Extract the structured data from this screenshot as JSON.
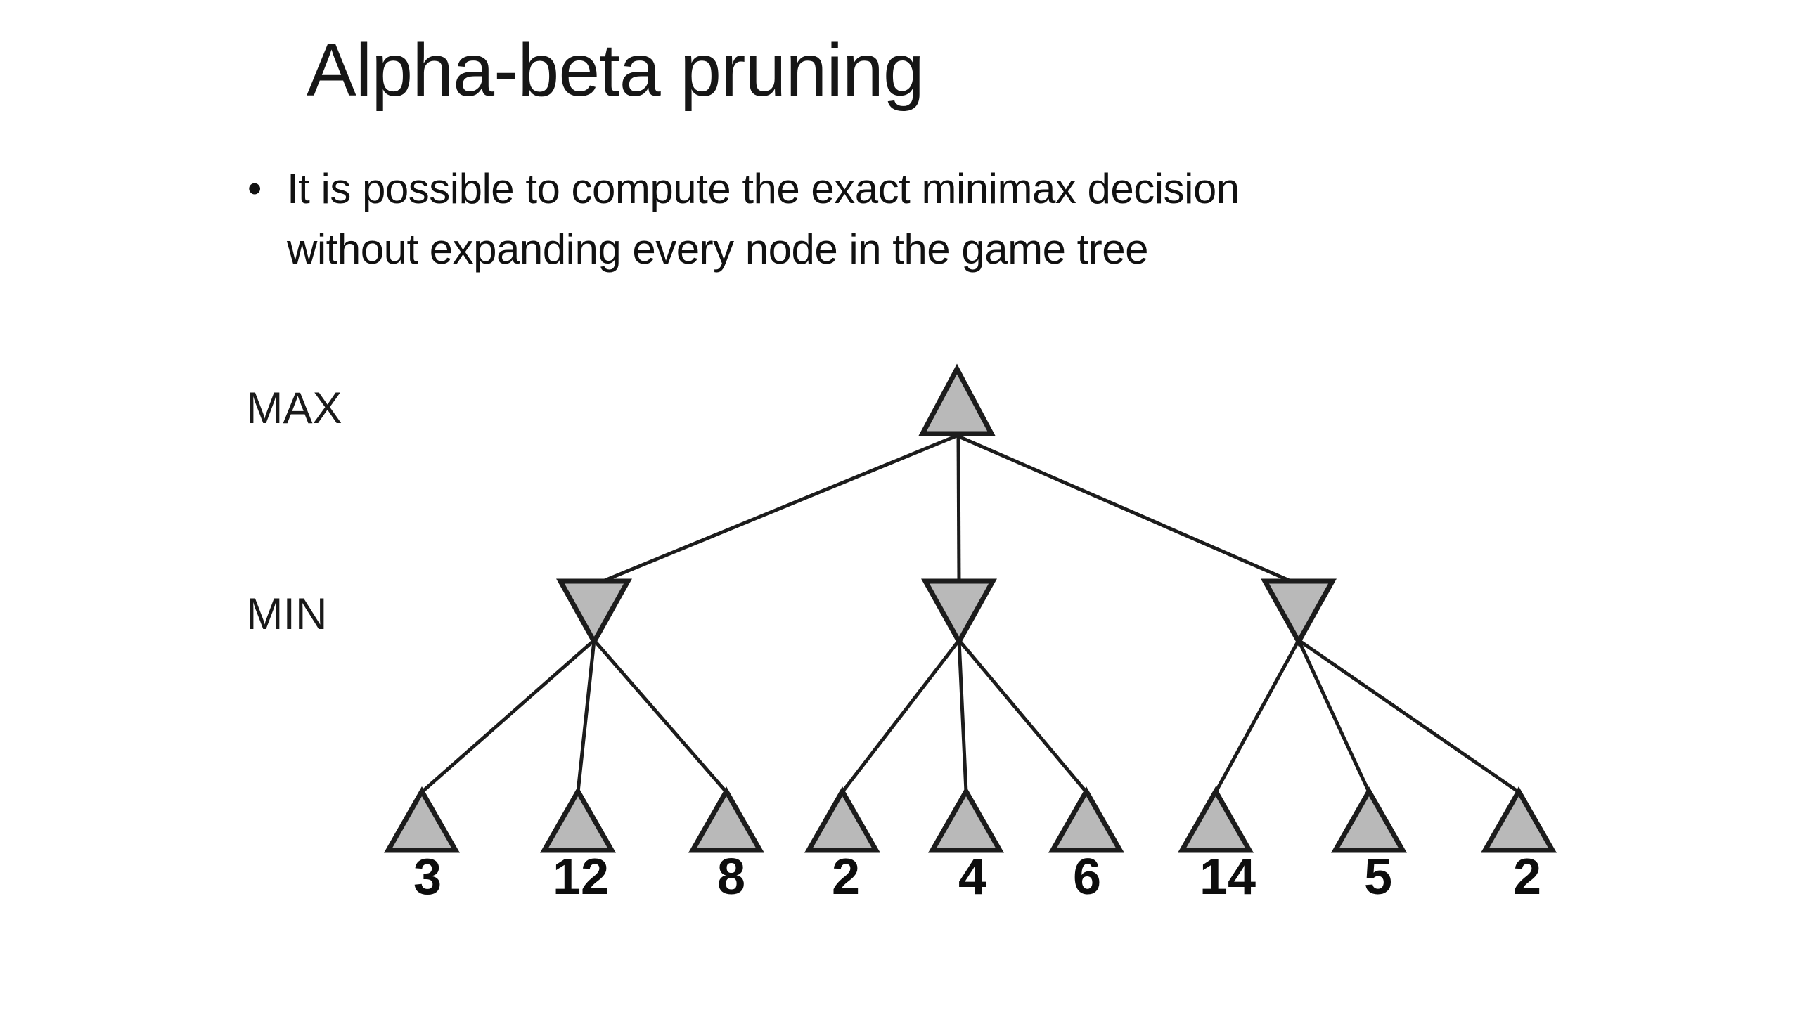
{
  "slide": {
    "title": "Alpha-beta pruning",
    "bullet": {
      "marker": "•",
      "lines": [
        "It is possible to compute the exact minimax decision",
        "without expanding every node in the game tree"
      ]
    }
  },
  "tree": {
    "max_label": "MAX",
    "min_label": "MIN",
    "root": {
      "type": "max"
    },
    "min_nodes_count": 3,
    "leaves": [
      "3",
      "12",
      "8",
      "2",
      "4",
      "6",
      "14",
      "5",
      "2"
    ],
    "leaf_groups": [
      [
        "3",
        "12",
        "8"
      ],
      [
        "2",
        "4",
        "6"
      ],
      [
        "14",
        "5",
        "2"
      ]
    ],
    "colors": {
      "node_fill": "#b9b9b9",
      "node_stroke": "#1c1c1c",
      "edge_stroke": "#1c1c1c",
      "text": "#0d0d0d"
    }
  }
}
